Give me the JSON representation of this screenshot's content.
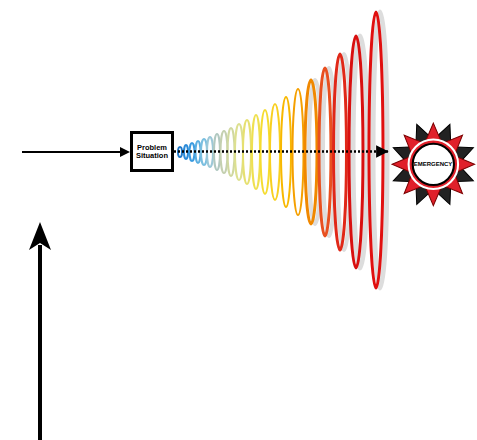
{
  "diagram": {
    "nodes": [
      {
        "text": [
          "Problem Situation"
        ]
      },
      {
        "text": [
          "EMERGENCY"
        ]
      }
    ],
    "edges": [
      {
        "from": 0,
        "to": 1,
        "arrow": "to"
      }
    ]
  }
}
